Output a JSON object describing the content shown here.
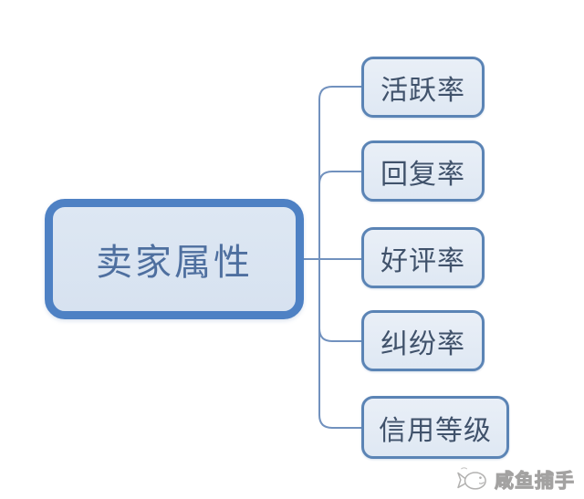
{
  "page": {
    "background": "#ffffff"
  },
  "diagram": {
    "type": "mindmap-tree",
    "root": {
      "label": "卖家属性"
    },
    "children": [
      {
        "label": "活跃率"
      },
      {
        "label": "回复率"
      },
      {
        "label": "好评率"
      },
      {
        "label": "纠纷率"
      },
      {
        "label": "信用等级"
      }
    ],
    "colors": {
      "root_border": "#4e81c4",
      "root_fill": "#dbe5f1",
      "root_text": "#4e6f9f",
      "child_border": "#5b84b5",
      "child_fill": "#e7edf6",
      "child_text": "#40526b",
      "connector": "#7191be"
    }
  },
  "watermark": {
    "text": "咸鱼捕手",
    "icon": "fish-icon",
    "color": "#b0afae"
  }
}
